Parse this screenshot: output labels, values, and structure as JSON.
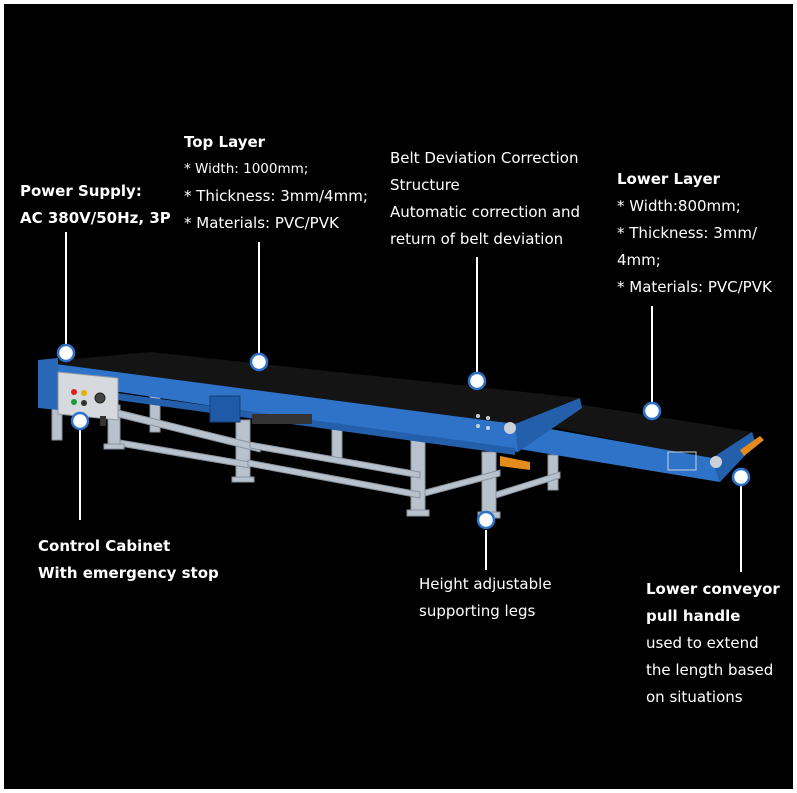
{
  "colors": {
    "background": "#000000",
    "frame_blue": "#2f73c9",
    "belt": "#141414",
    "legs": "#b8c2cc",
    "callout": "#ffffff",
    "text": "#ffffff"
  },
  "annotations": {
    "power_supply": {
      "title": "Power Supply:",
      "lines": [
        "AC 380V/50Hz, 3P"
      ]
    },
    "top_layer": {
      "title": "Top Layer",
      "lines": [
        "* Width: 1000mm;",
        "* Thickness: 3mm/4mm;",
        "* Materials: PVC/PVK"
      ]
    },
    "belt_deviation": {
      "lines": [
        "Belt Deviation Correction",
        "Structure",
        "Automatic correction and",
        "return of belt deviation"
      ]
    },
    "lower_layer": {
      "title": "Lower Layer",
      "lines": [
        "* Width:800mm;",
        "* Thickness: 3mm/",
        "4mm;",
        "* Materials: PVC/PVK"
      ]
    },
    "control_cabinet": {
      "title": "Control Cabinet",
      "lines": [
        "With emergency stop"
      ]
    },
    "legs": {
      "lines": [
        "Height adjustable",
        "supporting legs"
      ]
    },
    "pull_handle": {
      "title": "Lower conveyor",
      "title2": "pull handle",
      "lines": [
        "used to extend",
        "the length based",
        "on situations"
      ]
    }
  }
}
